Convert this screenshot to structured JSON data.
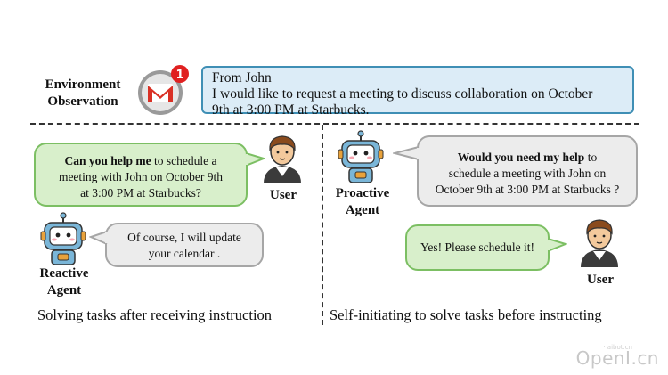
{
  "environment": {
    "label_line1": "Environment",
    "label_line2": "Observation",
    "mail_icon": "gmail-icon",
    "notification_count": "1",
    "message_line1": "From John",
    "message_line2": "I would like to request a meeting to discuss collaboration on October",
    "message_line3": "9th at 3:00 PM at Starbucks."
  },
  "left_panel": {
    "user_bubble": {
      "bold": "Can you help me",
      "rest1": " to schedule a",
      "line2": "meeting with John on October 9th",
      "line3": "at 3:00 PM at Starbucks?"
    },
    "user_label": "User",
    "agent_bubble": {
      "line1": "Of course, I will update",
      "line2": "your calendar ."
    },
    "agent_label_line1": "Reactive",
    "agent_label_line2": "Agent",
    "caption": "Solving tasks after receiving instruction"
  },
  "right_panel": {
    "agent_bubble": {
      "bold": "Would you need my help",
      "rest1": " to",
      "line2": "schedule a meeting with John on",
      "line3": "October 9th at 3:00 PM at Starbucks ?"
    },
    "agent_label_line1": "Proactive",
    "agent_label_line2": "Agent",
    "user_bubble": "Yes! Please schedule it!",
    "user_label": "User",
    "caption": "Self-initiating to solve tasks before instructing"
  },
  "colors": {
    "observation_fill": "#dcecf7",
    "observation_border": "#3f8fb5",
    "green_fill": "#d8efcb",
    "green_border": "#7cbf63",
    "gray_fill": "#ececec",
    "gray_border": "#a6a6a6"
  },
  "watermark": {
    "text": "OpenI.cn",
    "small_text": "· aibot.cn"
  }
}
